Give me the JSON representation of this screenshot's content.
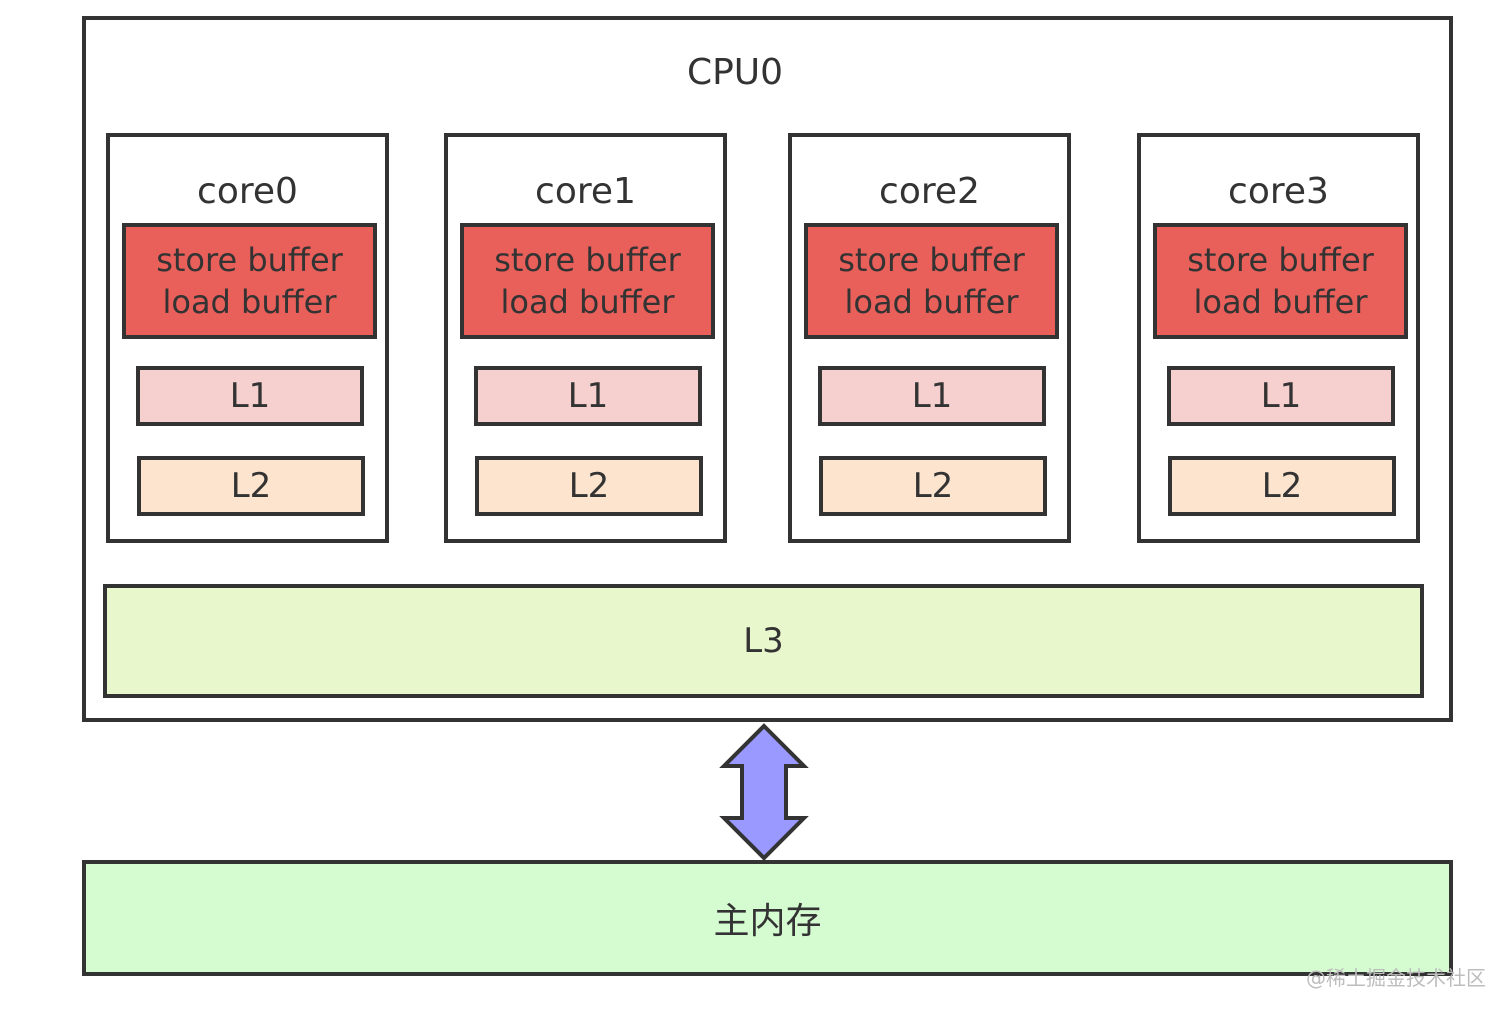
{
  "cpu": {
    "title": "CPU0"
  },
  "cores": [
    {
      "title": "core0",
      "buffers": [
        "store buffer",
        "load buffer"
      ],
      "l1": "L1",
      "l2": "L2"
    },
    {
      "title": "core1",
      "buffers": [
        "store buffer",
        "load buffer"
      ],
      "l1": "L1",
      "l2": "L2"
    },
    {
      "title": "core2",
      "buffers": [
        "store buffer",
        "load buffer"
      ],
      "l1": "L1",
      "l2": "L2"
    },
    {
      "title": "core3",
      "buffers": [
        "store buffer",
        "load buffer"
      ],
      "l1": "L1",
      "l2": "L2"
    }
  ],
  "l3": {
    "label": "L3"
  },
  "memory": {
    "label": "主内存"
  },
  "watermark": "@稀土掘金技术社区",
  "colors": {
    "buffer": "#e9605a",
    "l1": "#f6cfcf",
    "l2": "#fde4cf",
    "l3": "#e9f8cc",
    "memory": "#d5fbd0",
    "arrow": "#9999ff",
    "stroke": "#333333"
  }
}
